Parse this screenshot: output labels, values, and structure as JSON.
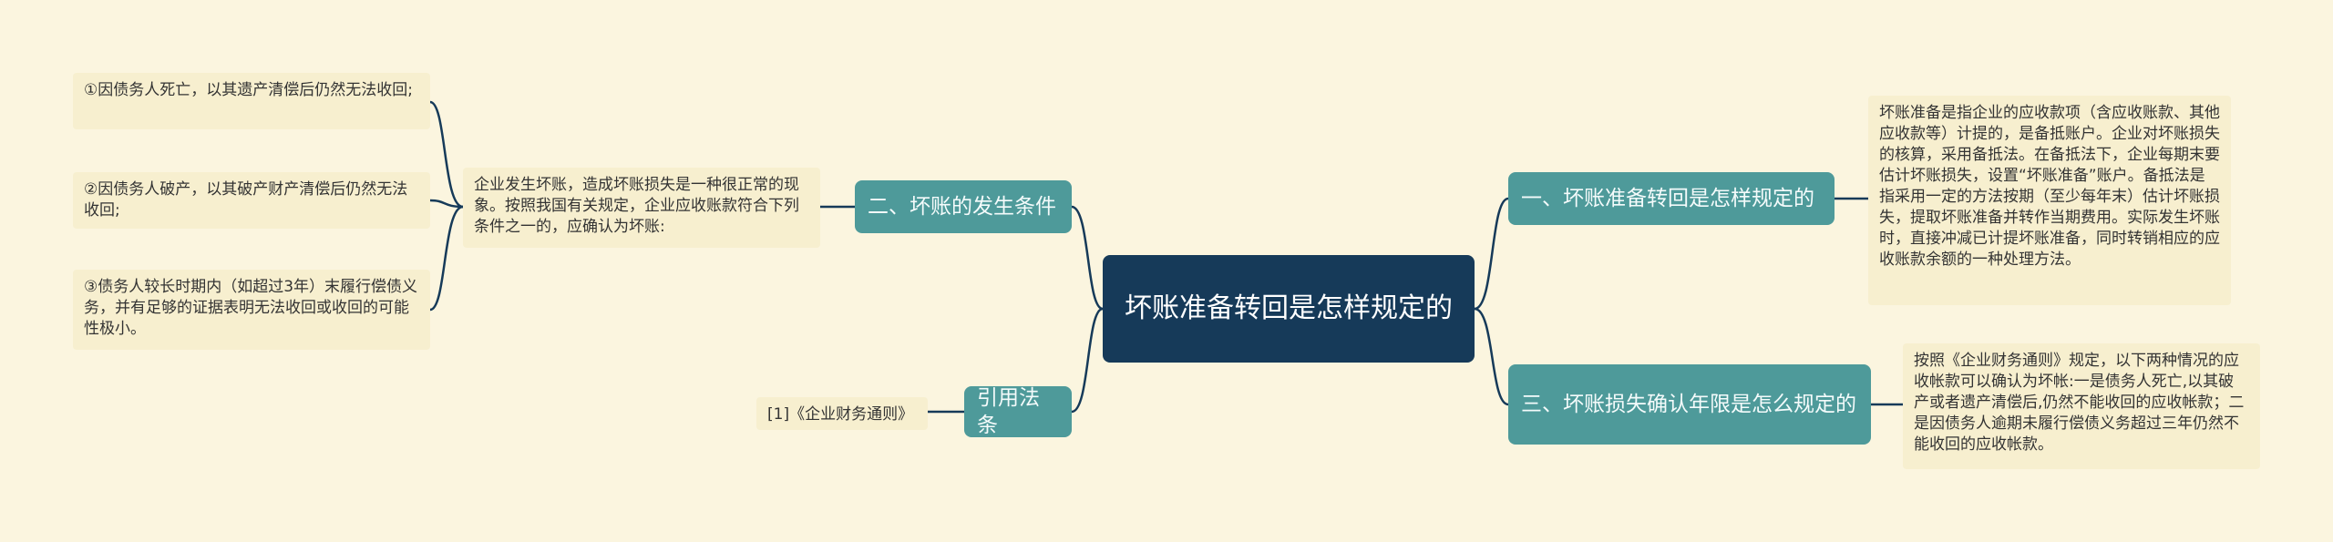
{
  "root": {
    "label": "坏账准备转回是怎样规定的"
  },
  "branches": [
    {
      "label": "一、坏账准备转回是怎样规定的",
      "note": "坏账准备是指企业的应收款项（含应收账款、其他应收款等）计提的，是备抵账户。企业对坏账损失的核算，采用备抵法。在备抵法下，企业每期末要估计坏账损失，设置“坏账准备”账户。备抵法是指采用一定的方法按期（至少每年末）估计坏账损失，提取坏账准备并转作当期费用。实际发生坏账时，直接冲减已计提坏账准备，同时转销相应的应收账款余额的一种处理方法。"
    },
    {
      "label": "二、坏账的发生条件",
      "note": "企业发生坏账，造成坏账损失是一种很正常的现象。按照我国有关规定，企业应收账款符合下列条件之一的，应确认为坏账:",
      "children": [
        "①因债务人死亡，以其遗产清偿后仍然无法收回;",
        "②因债务人破产，以其破产财产清偿后仍然无法收回;",
        "③债务人较长时期内（如超过3年）末履行偿债义务，并有足够的证据表明无法收回或收回的可能性极小。"
      ]
    },
    {
      "label": "三、坏账损失确认年限是怎么规定的",
      "note": "按照《企业财务通则》规定，以下两种情况的应收帐款可以确认为坏帐:一是债务人死亡,以其破产或者遗产清偿后,仍然不能收回的应收帐款；二是因债务人逾期未履行偿债义务超过三年仍然不能收回的应收帐款。"
    },
    {
      "label": "引用法条",
      "note": "[1]《企业财务通则》"
    }
  ]
}
